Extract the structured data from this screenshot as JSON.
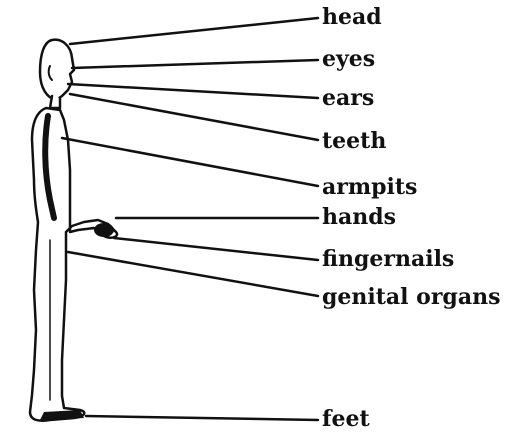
{
  "diagram": {
    "labels": {
      "head": "head",
      "eyes": "eyes",
      "ears": "ears",
      "teeth": "teeth",
      "armpits": "armpits",
      "hands": "hands",
      "fingernails": "fingernails",
      "genital_organs": "genital organs",
      "feet": "feet"
    },
    "colors": {
      "ink": "#111111",
      "background": "#ffffff"
    }
  }
}
